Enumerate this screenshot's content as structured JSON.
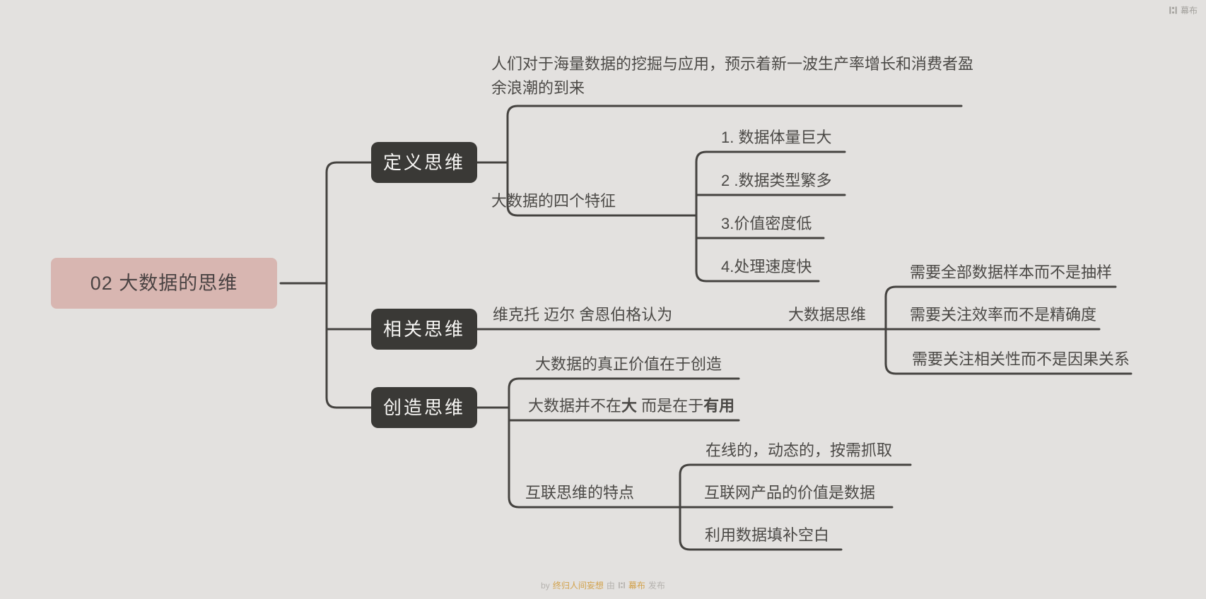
{
  "app": {
    "brand": "幕布"
  },
  "root": {
    "label": "02 大数据的思维"
  },
  "branches": [
    {
      "label": "定义思维",
      "children": [
        {
          "lines": [
            "人们对于海量数据的挖掘与应用，预示着新一波生产率增长和消费者盈",
            "余浪潮的到来"
          ]
        },
        {
          "text": "大数据的四个特征",
          "children": [
            {
              "text": "1. 数据体量巨大"
            },
            {
              "text": "2 .数据类型繁多"
            },
            {
              "text": "3.价值密度低"
            },
            {
              "text": "4.处理速度快"
            }
          ]
        }
      ]
    },
    {
      "label": "相关思维",
      "children": [
        {
          "text": "维克托 迈尔 舍恩伯格认为",
          "children": [
            {
              "text": "大数据思维",
              "children": [
                {
                  "text": "需要全部数据样本而不是抽样"
                },
                {
                  "text": "需要关注效率而不是精确度"
                },
                {
                  "text": "需要关注相关性而不是因果关系"
                }
              ]
            }
          ]
        }
      ]
    },
    {
      "label": "创造思维",
      "children": [
        {
          "text": "大数据的真正价值在于创造"
        },
        {
          "parts": [
            "大数据并不在",
            "大",
            " 而是在于",
            "有用"
          ]
        },
        {
          "text": "互联思维的特点",
          "children": [
            {
              "text": "在线的，动态的，按需抓取"
            },
            {
              "text": "互联网产品的价值是数据"
            },
            {
              "text": "利用数据填补空白"
            }
          ]
        }
      ]
    }
  ],
  "footer": {
    "by": "by",
    "author": "终归人间妄想",
    "via": "由",
    "brand": "幕布",
    "publish": "发布"
  },
  "colors": {
    "background": "#e3e1df",
    "line": "#454340",
    "node_text": "#4b4946",
    "badge_bg": "#3a3936",
    "badge_text": "#f7f6f4",
    "root_bg": "#d8b6b1",
    "root_text": "#4a4343",
    "footer_text": "#b5b2ae",
    "footer_accent": "#d2a24c",
    "brand_gray": "#a3a19d"
  }
}
